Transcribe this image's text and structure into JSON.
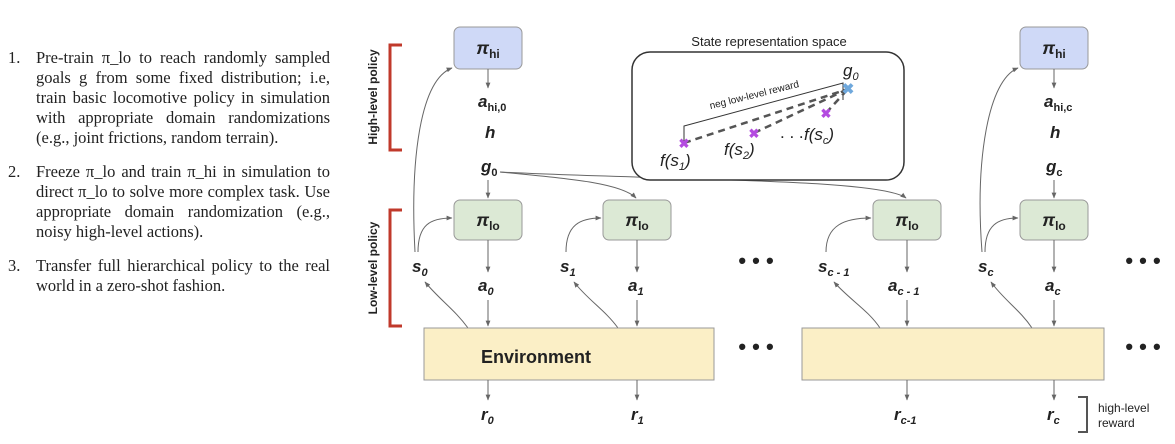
{
  "steps": [
    {
      "num": "1.",
      "text": "Pre-train π_lo to reach randomly sampled goals g from some fixed distribution; i.e, train basic locomotive policy in simulation with appropriate domain randomizations (e.g., joint frictions, random terrain)."
    },
    {
      "num": "2.",
      "text": "Freeze π_lo and train π_hi in simulation to direct π_lo to solve more complex task. Use appropriate domain randomization (e.g., noisy high-level actions)."
    },
    {
      "num": "3.",
      "text": "Transfer full hierarchical policy to the real world in a zero-shot fashion."
    }
  ],
  "diagram": {
    "high_level_policy_label": "High-level policy",
    "low_level_policy_label": "Low-level policy",
    "pi_hi_symbol": "π",
    "pi_hi_sub": "hi",
    "pi_lo_symbol": "π",
    "pi_lo_sub": "lo",
    "action_a_hi_0": "a",
    "action_a_hi_0_sub": "hi,0",
    "action_a_hi_c": "a",
    "action_a_hi_c_sub": "hi,c",
    "h_label": "h",
    "goal_g0": "g",
    "goal_g0_sub": "0",
    "goal_gc": "g",
    "goal_gc_sub": "c",
    "states": [
      {
        "sym": "s",
        "sub": "0"
      },
      {
        "sym": "s",
        "sub": "1"
      },
      {
        "sym": "s",
        "sub": "c - 1"
      },
      {
        "sym": "s",
        "sub": "c"
      }
    ],
    "actions": [
      {
        "sym": "a",
        "sub": "0"
      },
      {
        "sym": "a",
        "sub": "1"
      },
      {
        "sym": "a",
        "sub": "c - 1"
      },
      {
        "sym": "a",
        "sub": "c"
      }
    ],
    "rewards": [
      {
        "sym": "r",
        "sub": "0"
      },
      {
        "sym": "r",
        "sub": "1"
      },
      {
        "sym": "r",
        "sub": "c-1"
      },
      {
        "sym": "r",
        "sub": "c"
      }
    ],
    "environment_label": "Environment",
    "ellipsis": "• • •",
    "high_level_reward_line1": "high-level",
    "high_level_reward_line2": "reward",
    "inset": {
      "title": "State representation space",
      "reward_label": "neg low-level reward",
      "g0_label": "g",
      "g0_sub": "0",
      "fs1": "f(s",
      "fs1_sub": "1",
      "fs2": "f(s",
      "fs2_sub": "2",
      "fsc": "f(s",
      "fsc_sub": "c",
      "close_paren": ")",
      "dots": ". . ."
    },
    "colors": {
      "pi_hi_fill": "#cfd9f7",
      "pi_lo_fill": "#dce9d5",
      "environment_fill": "#fbefc6",
      "bracket_red": "#c0392b",
      "marker_purple": "#b44be0",
      "marker_blue": "#6fa8dc"
    }
  }
}
